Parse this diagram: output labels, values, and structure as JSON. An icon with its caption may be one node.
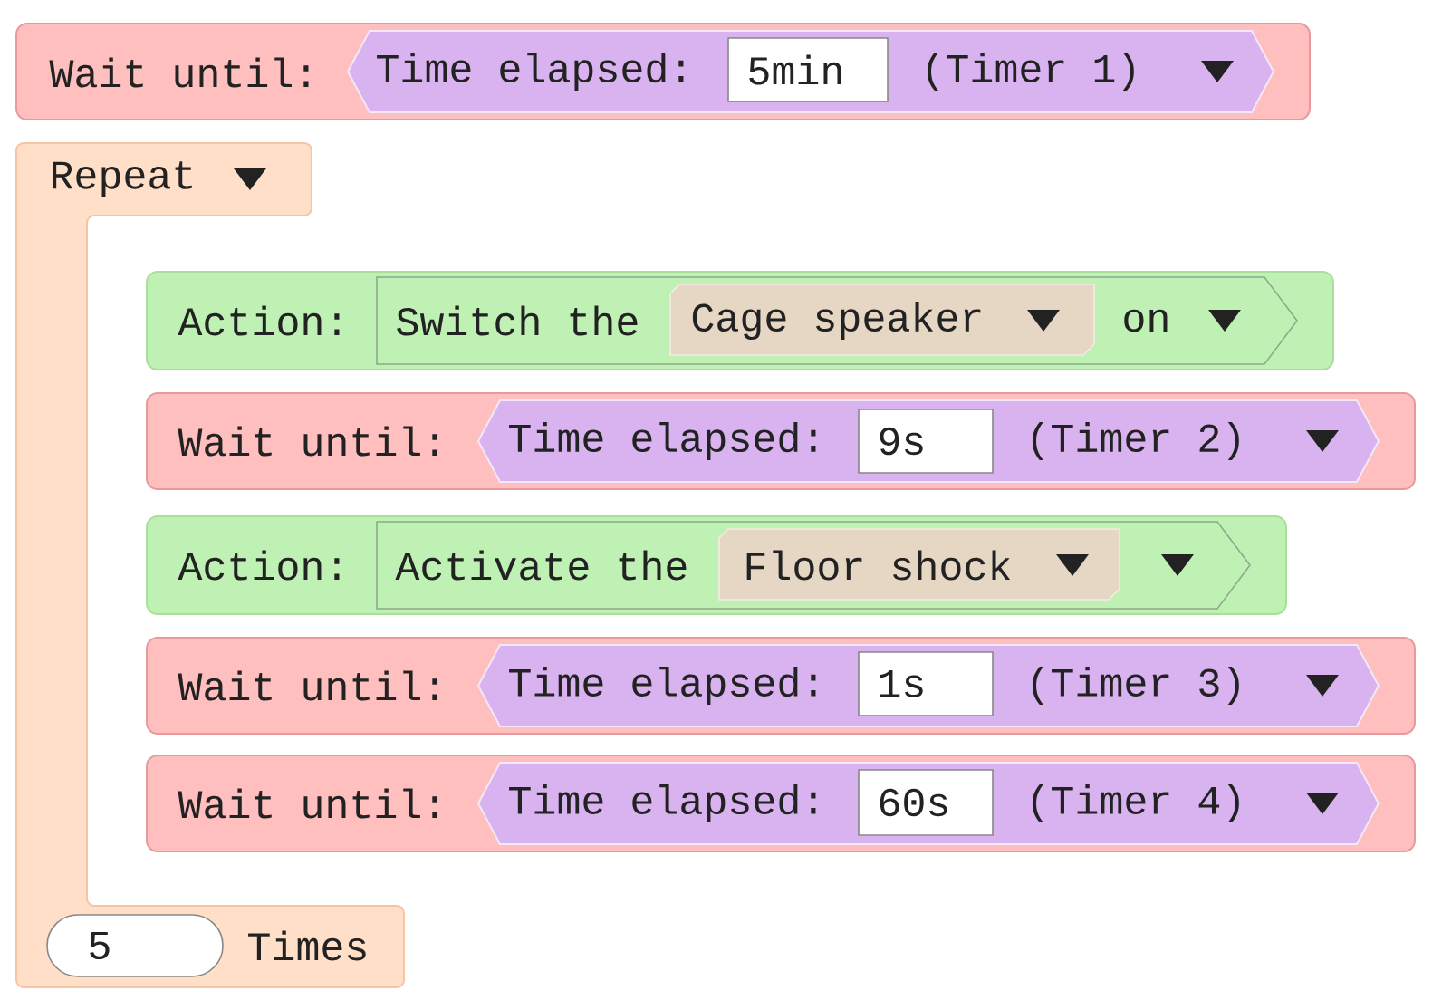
{
  "diagram": {
    "nodes": [
      {
        "text": [
          "Wait until:"
        ]
      },
      {
        "text": [
          "Time elapsed:",
          "(Timer 1)"
        ],
        "in": 0
      },
      {
        "text": [
          "5min"
        ],
        "in": 1
      },
      {
        "text": [
          "Repeat",
          "Times"
        ]
      },
      {
        "text": [
          "5"
        ],
        "in": 3
      },
      {
        "text": [
          "Action:"
        ]
      },
      {
        "text": [
          "Switch the",
          "on"
        ],
        "in": 5
      },
      {
        "text": [
          "Cage speaker"
        ],
        "in": 6
      },
      {
        "text": [
          "Wait until:"
        ]
      },
      {
        "text": [
          "Time elapsed:",
          "(Timer 2)"
        ],
        "in": 8
      },
      {
        "text": [
          "9s"
        ],
        "in": 9
      },
      {
        "text": [
          "Action:"
        ]
      },
      {
        "text": [
          "Activate the"
        ],
        "in": 11
      },
      {
        "text": [
          "Floor shock"
        ],
        "in": 12
      },
      {
        "text": [
          "Wait until:"
        ]
      },
      {
        "text": [
          "Time elapsed:",
          "(Timer 3)"
        ],
        "in": 14
      },
      {
        "text": [
          "1s"
        ],
        "in": 15
      },
      {
        "text": [
          "Wait until:"
        ]
      },
      {
        "text": [
          "Time elapsed:",
          "(Timer 4)"
        ],
        "in": 17
      },
      {
        "text": [
          "60s"
        ],
        "in": 18
      }
    ]
  }
}
